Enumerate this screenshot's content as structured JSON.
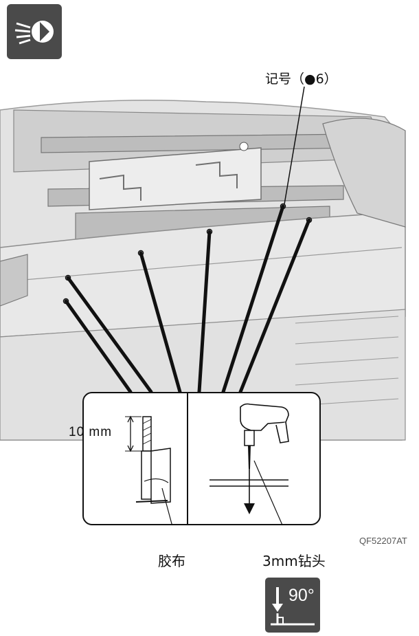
{
  "callout": {
    "mark_label": "记号（●6）"
  },
  "inset": {
    "dimension_label": "10 mm",
    "tape_label": "胶布",
    "drill_bit_label": "3mm钻头"
  },
  "figure_code": "QF52207AT",
  "angle_badge": {
    "angle_label": "90°"
  },
  "icons": [
    "headlamp-icon",
    "drill-icon",
    "right-angle-icon"
  ],
  "colors": {
    "badge": "#4a4a4a",
    "line": "#111111",
    "body_gray": "#d9d9d9"
  }
}
